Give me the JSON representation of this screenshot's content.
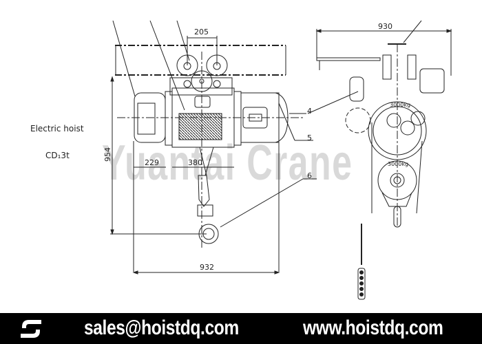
{
  "drawing": {
    "title": "Electric hoist",
    "model": "CD₁3t",
    "watermark": "Yuantai Crane",
    "dimensions": {
      "wheel_span": "205",
      "overall_width_side": "930",
      "height": "954",
      "left_offset": "229",
      "drum_offset": "380",
      "overall_length": "932"
    },
    "callouts": [
      "4",
      "5",
      "6"
    ],
    "capacity_labels": [
      "3000kg",
      "3000kg"
    ]
  },
  "footer": {
    "email": "sales@hoistdq.com",
    "website": "www.hoistdq.com",
    "colors": {
      "background": "#000000",
      "text": "#ffffff"
    }
  }
}
